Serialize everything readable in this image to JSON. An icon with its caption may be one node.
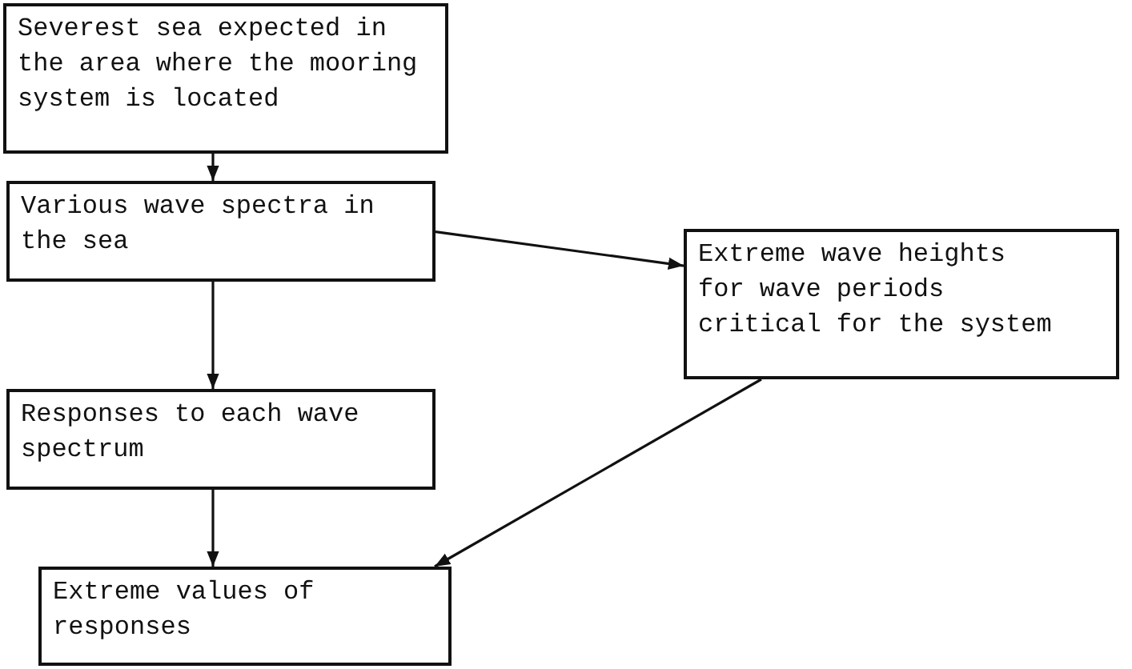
{
  "diagram": {
    "nodes": [
      {
        "text": [
          "Severest sea expected in the area where the mooring system is located"
        ]
      },
      {
        "text": [
          "Various wave spectra in the sea"
        ]
      },
      {
        "text": [
          "Extreme wave heights for wave periods critical for the system"
        ]
      },
      {
        "text": [
          "Responses to each wave spectrum"
        ]
      },
      {
        "text": [
          "Extreme values of responses"
        ]
      }
    ],
    "edges": [
      {
        "from": 0,
        "to": 1,
        "arrow": "to"
      },
      {
        "from": 1,
        "to": 2,
        "arrow": "to"
      },
      {
        "from": 1,
        "to": 3,
        "arrow": "to"
      },
      {
        "from": 3,
        "to": 4,
        "arrow": "to"
      },
      {
        "from": 2,
        "to": 4,
        "arrow": "to"
      }
    ]
  }
}
